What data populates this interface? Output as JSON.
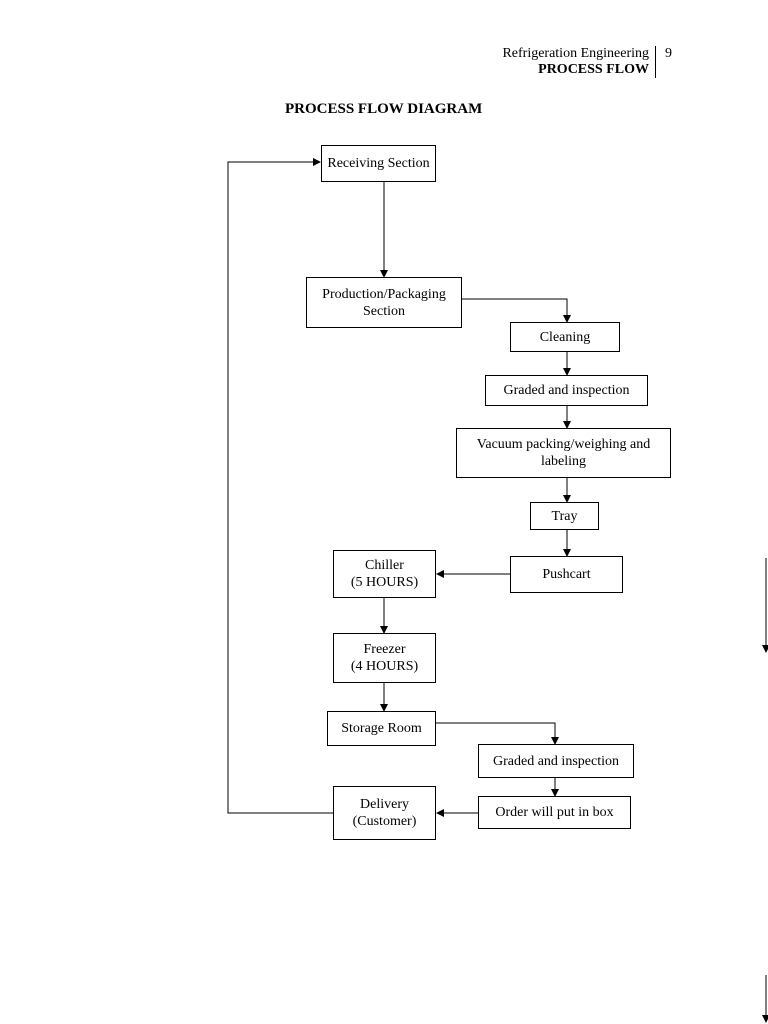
{
  "header": {
    "subject": "Refrigeration Engineering",
    "section": "PROCESS FLOW",
    "page_number": "9"
  },
  "diagram": {
    "title": "PROCESS FLOW DIAGRAM",
    "nodes": {
      "receiving": "Receiving Section",
      "production": "Production/Packaging\nSection",
      "cleaning": "Cleaning",
      "graded1": "Graded and inspection",
      "vacuum": "Vacuum packing/weighing and\nlabeling",
      "tray": "Tray",
      "pushcart": "Pushcart",
      "chiller": "Chiller\n(5 HOURS)",
      "freezer": "Freezer\n(4 HOURS)",
      "storage": "Storage Room",
      "graded2": "Graded and inspection",
      "order": "Order will put in box",
      "delivery": "Delivery\n(Customer)"
    }
  }
}
